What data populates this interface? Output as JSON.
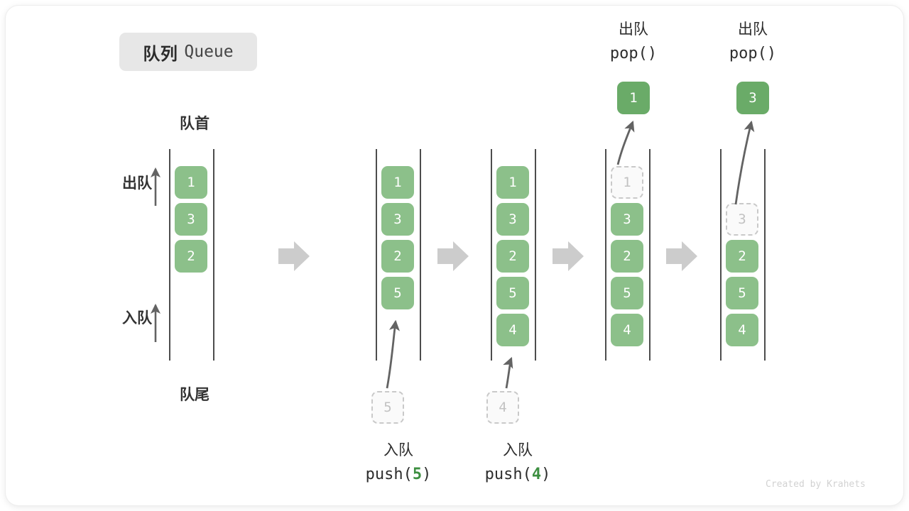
{
  "title": {
    "cn": "队列",
    "en": "Queue"
  },
  "labels": {
    "front": "队首",
    "rear": "队尾",
    "dequeue": "出队",
    "enqueue": "入队"
  },
  "icons": {
    "step_arrow": "right-block-arrow-icon",
    "up_arrow": "up-arrow-icon",
    "flow_arrow": "curved-flow-arrow-icon"
  },
  "colors": {
    "cell_fill": "#8cc08a",
    "cell_text": "#ffffff",
    "ghost_border": "#c9c9c9",
    "ghost_text": "#c2c2c2",
    "rail": "#4d4d4d",
    "step_arrow": "#cccccc",
    "code_accent": "#3d8f41",
    "badge_bg": "#e7e7e7"
  },
  "columns": [
    {
      "name": "initial-queue",
      "cells": [
        {
          "value": "1",
          "state": "filled"
        },
        {
          "value": "3",
          "state": "filled"
        },
        {
          "value": "2",
          "state": "filled"
        }
      ]
    },
    {
      "name": "after-push-5",
      "cells": [
        {
          "value": "1",
          "state": "filled"
        },
        {
          "value": "3",
          "state": "filled"
        },
        {
          "value": "2",
          "state": "filled"
        },
        {
          "value": "5",
          "state": "filled"
        }
      ],
      "incoming": {
        "value": "5",
        "state": "ghost"
      },
      "operation": {
        "cn": "入队",
        "code_prefix": "push(",
        "code_arg": "5",
        "code_suffix": ")"
      }
    },
    {
      "name": "after-push-4",
      "cells": [
        {
          "value": "1",
          "state": "filled"
        },
        {
          "value": "3",
          "state": "filled"
        },
        {
          "value": "2",
          "state": "filled"
        },
        {
          "value": "5",
          "state": "filled"
        },
        {
          "value": "4",
          "state": "filled"
        }
      ],
      "incoming": {
        "value": "4",
        "state": "ghost"
      },
      "operation": {
        "cn": "入队",
        "code_prefix": "push(",
        "code_arg": "4",
        "code_suffix": ")"
      }
    },
    {
      "name": "after-pop-1",
      "cells": [
        {
          "value": "1",
          "state": "ghost"
        },
        {
          "value": "3",
          "state": "filled"
        },
        {
          "value": "2",
          "state": "filled"
        },
        {
          "value": "5",
          "state": "filled"
        },
        {
          "value": "4",
          "state": "filled"
        }
      ],
      "outgoing": {
        "value": "1",
        "state": "filled"
      },
      "operation": {
        "cn": "出队",
        "code_prefix": "pop(",
        "code_arg": "",
        "code_suffix": ")"
      }
    },
    {
      "name": "after-pop-3",
      "cells": [
        {
          "value": "",
          "state": "empty"
        },
        {
          "value": "3",
          "state": "ghost"
        },
        {
          "value": "2",
          "state": "filled"
        },
        {
          "value": "5",
          "state": "filled"
        },
        {
          "value": "4",
          "state": "filled"
        }
      ],
      "outgoing": {
        "value": "3",
        "state": "filled"
      },
      "operation": {
        "cn": "出队",
        "code_prefix": "pop(",
        "code_arg": "",
        "code_suffix": ")"
      }
    }
  ],
  "credit": "Created by Krahets"
}
